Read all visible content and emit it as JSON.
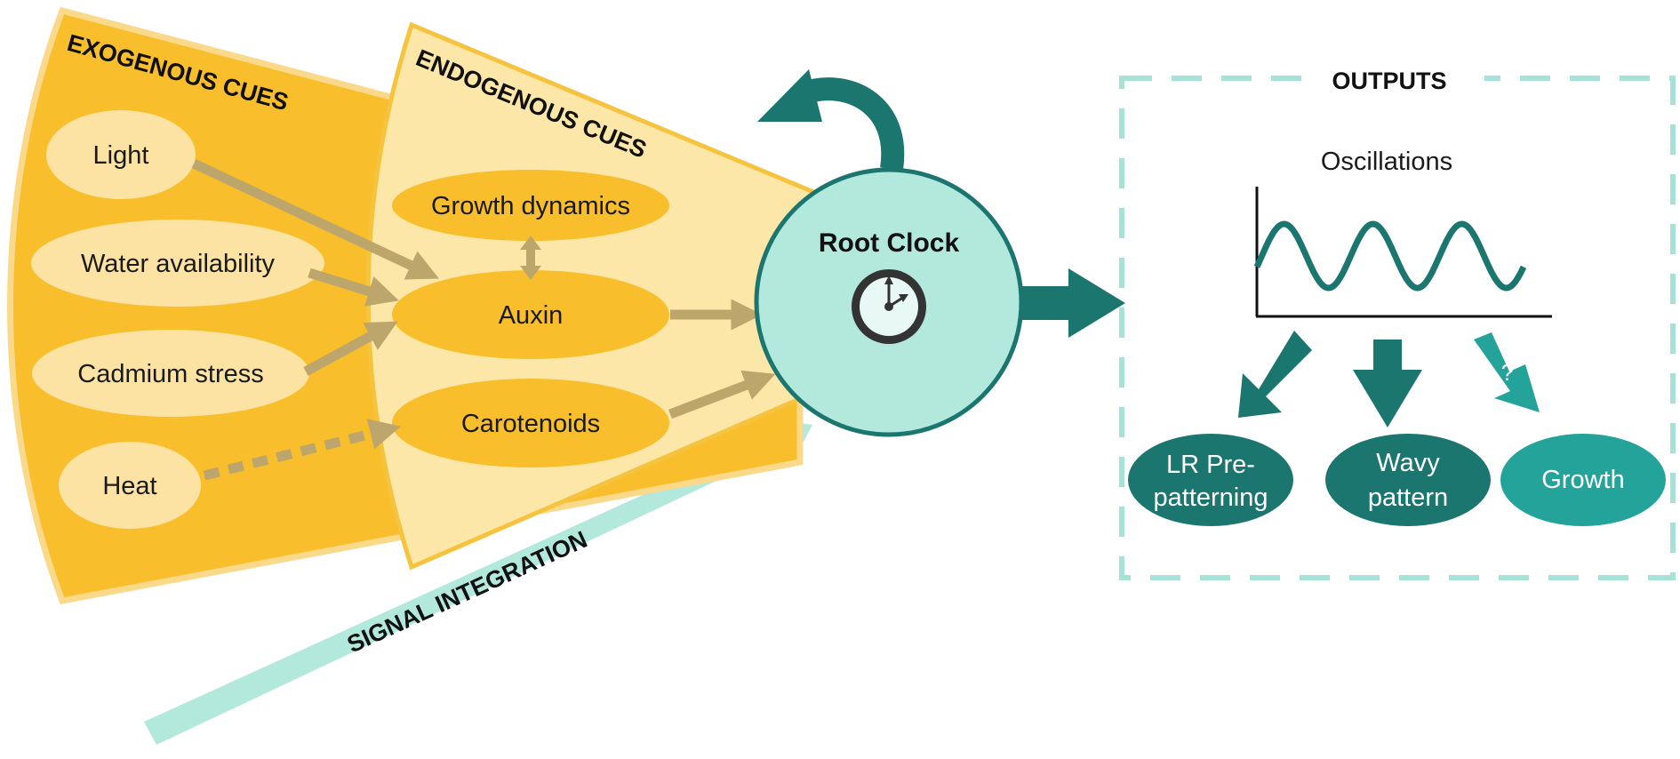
{
  "exogenous": {
    "title": "EXOGENOUS CUES",
    "items": [
      "Light",
      "Water availability",
      "Cadmium stress",
      "Heat"
    ]
  },
  "endogenous": {
    "title": "ENDOGENOUS CUES",
    "items": [
      "Growth dynamics",
      "Auxin",
      "Carotenoids"
    ]
  },
  "integration_label": "SIGNAL INTEGRATION",
  "clock": {
    "title": "Root Clock"
  },
  "outputs": {
    "title": "OUTPUTS",
    "oscillations_label": "Oscillations",
    "lr_line1": "LR Pre-",
    "lr_line2": "patterning",
    "wavy_line1": "Wavy",
    "wavy_line2": "pattern",
    "growth": "Growth",
    "question": "?"
  },
  "colors": {
    "exo_fill": "#f8be2c",
    "exo_border": "#fbd98a",
    "endo_fill": "#fde7a8",
    "endo_border": "#f6c33f",
    "oval_light": "#fde3a3",
    "oval_dark": "#f8be2c",
    "teal_dark": "#1c7670",
    "teal_mid": "#24a39a",
    "teal_light": "#b3e8dd",
    "arrow_tan": "#bca66c"
  }
}
